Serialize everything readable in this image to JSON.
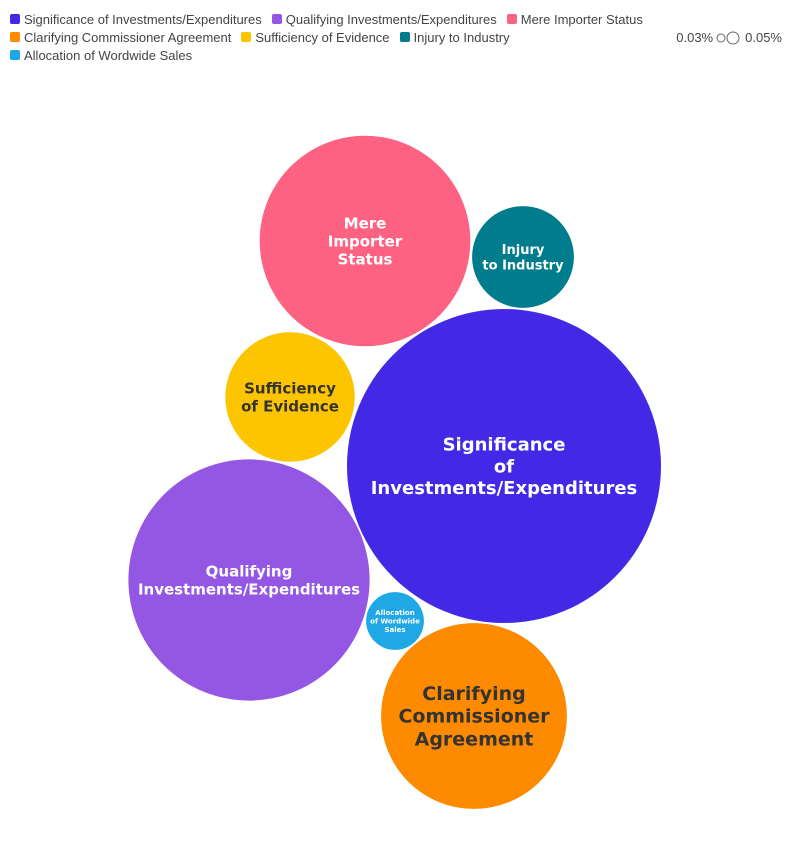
{
  "chart_data": {
    "type": "bubble",
    "title": "",
    "size_legend": {
      "min_label": "0.03%",
      "max_label": "0.05%"
    },
    "legend_position": "top-left",
    "series": [
      {
        "name": "Significance of Investments/Expenditures",
        "label_lines": [
          "Significance",
          "of",
          "Investments/Expenditures"
        ],
        "color": "#4329e5",
        "text_color": "#ffffff",
        "value": 1.0
      },
      {
        "name": "Qualifying Investments/Expenditures",
        "label_lines": [
          "Qualifying",
          "Investments/Expenditures"
        ],
        "color": "#9457e3",
        "text_color": "#ffffff",
        "value": 0.59
      },
      {
        "name": "Mere Importer Status",
        "label_lines": [
          "Mere",
          "Importer",
          "Status"
        ],
        "color": "#fd6283",
        "text_color": "#ffffff",
        "value": 0.45
      },
      {
        "name": "Clarifying Commissioner Agreement",
        "label_lines": [
          "Clarifying",
          "Commissioner",
          "Agreement"
        ],
        "color": "#fe8a00",
        "text_color": "#333333",
        "value": 0.35
      },
      {
        "name": "Sufficiency of Evidence",
        "label_lines": [
          "Sufficiency",
          "of Evidence"
        ],
        "color": "#fdc500",
        "text_color": "#333333",
        "value": 0.17
      },
      {
        "name": "Injury to Industry",
        "label_lines": [
          "Injury",
          "to Industry"
        ],
        "color": "#007c8c",
        "text_color": "#ffffff",
        "value": 0.105
      },
      {
        "name": "Allocation of Wordwide Sales",
        "label_lines": [
          "Allocation",
          "of Wordwide",
          "Sales"
        ],
        "color": "#1fa8e6",
        "text_color": "#ffffff",
        "value": 0.034
      }
    ]
  }
}
